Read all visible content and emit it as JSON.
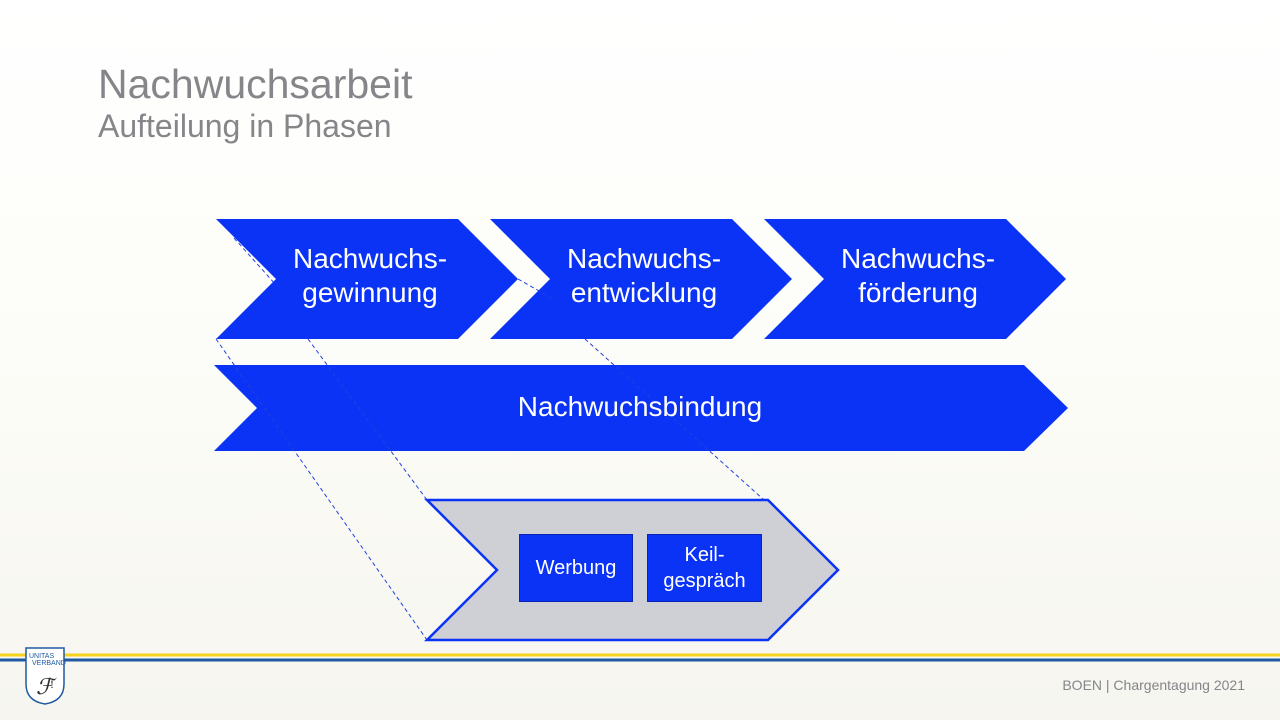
{
  "slide": {
    "title": "Nachwuchsarbeit",
    "subtitle": "Aufteilung in Phasen"
  },
  "phases": [
    {
      "line1": "Nachwuchs-",
      "line2": "gewinnung"
    },
    {
      "line1": "Nachwuchs-",
      "line2": "entwicklung"
    },
    {
      "line1": "Nachwuchs-",
      "line2": "förderung"
    }
  ],
  "bindung": {
    "label": "Nachwuchsbindung"
  },
  "detail": {
    "box1": "Werbung",
    "box2_line1": "Keil-",
    "box2_line2": "gespräch"
  },
  "logo": {
    "text": "UNITAS VERBAND"
  },
  "footer": {
    "text": "BOEN | Chargentagung 2021"
  },
  "colors": {
    "arrow_blue": "#0a33f5",
    "detail_fill": "#cfcfd6",
    "gold": "#f5d21c",
    "navy": "#1f5aa0",
    "title_gray": "#85858a"
  }
}
